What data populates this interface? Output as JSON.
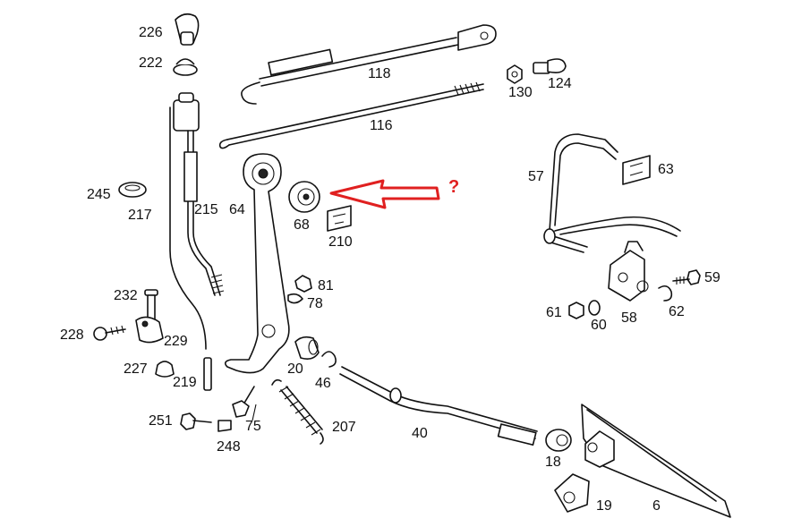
{
  "part_labels": {
    "p226": "226",
    "p222": "222",
    "p118": "118",
    "p130": "130",
    "p124": "124",
    "p116": "116",
    "p245": "245",
    "p217": "217",
    "p215": "215",
    "p64": "64",
    "p68": "68",
    "p210": "210",
    "p57": "57",
    "p63": "63",
    "p59": "59",
    "p81": "81",
    "p78": "78",
    "p232": "232",
    "p228": "228",
    "p229": "229",
    "p227": "227",
    "p219": "219",
    "p20": "20",
    "p46": "46",
    "p61": "61",
    "p60": "60",
    "p58": "58",
    "p62": "62",
    "p251": "251",
    "p75": "75",
    "p248": "248",
    "p207": "207",
    "p40": "40",
    "p18": "18",
    "p19": "19",
    "p6": "6"
  },
  "annotation": {
    "mark": "?",
    "color": "#e02020"
  }
}
